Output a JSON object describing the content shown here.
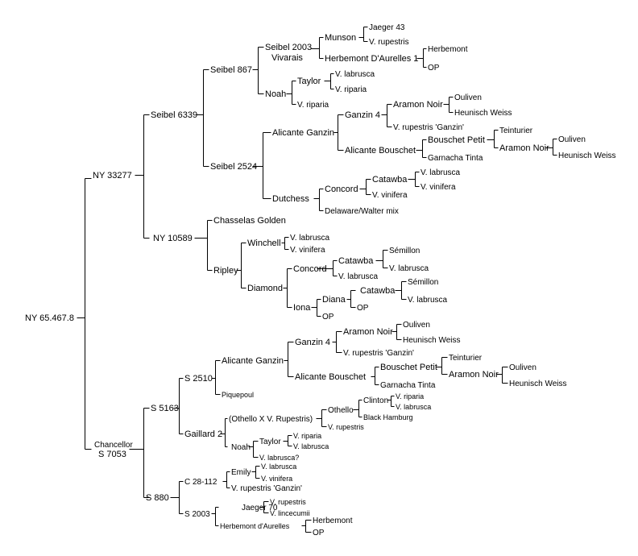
{
  "root": "NY 65.467.8",
  "nodes": {
    "ny33277": "NY 33277",
    "s6339": "Seibel 6339",
    "s867": "Seibel 867",
    "s2003a": "Seibel 2003",
    "s2003b": "Vivarais",
    "munson": "Munson",
    "jaeger43": "Jaeger 43",
    "vrup1": "V. rupestris",
    "hda1": "Herbemont D'Aurelles 1",
    "herb1": "Herbemont",
    "op1": "OP",
    "noah1": "Noah",
    "taylor1": "Taylor",
    "vlab1": "V. labrusca",
    "vrip1": "V. riparia",
    "vrip2": "V. riparia",
    "s2524": "Seibel 2524",
    "ag1": "Alicante Ganzin",
    "g4a": "Ganzin 4",
    "an1": "Aramon Noir",
    "oul1": "Ouliven",
    "hw1": "Heunisch Weiss",
    "vrg1": "V. rupestris 'Ganzin'",
    "ab1": "Alicante Bouschet",
    "bp1": "Bouschet Petit",
    "tein1": "Teinturier",
    "an2": "Aramon Noir",
    "oul2": "Ouliven",
    "hw2": "Heunisch Weiss",
    "gt1": "Garnacha Tinta",
    "dutchess": "Dutchess",
    "concord1": "Concord",
    "catawba1": "Catawba",
    "vlab2": "V. labrusca",
    "vvin1": "V. vinifera",
    "vvin2": "V. vinifera",
    "dwmix": "Delaware/Walter mix",
    "ny10589": "NY 10589",
    "chassgold": "Chasselas Golden",
    "ripley": "Ripley",
    "winchell": "Winchell",
    "vlab3": "V. labrusca",
    "vvin3": "V. vinifera",
    "diamond": "Diamond",
    "concord2": "Concord",
    "catawba2": "Catawba",
    "sem1": "Sémillon",
    "vlab4": "V. labrusca",
    "vlab5": "V. labrusca",
    "iona": "Iona",
    "diana": "Diana",
    "catawba3": "Catawba",
    "sem2": "Sémillon",
    "vlab6": "V. labrusca",
    "op2": "OP",
    "op3": "OP",
    "chanc1": "Chancellor",
    "chanc2": "S 7053",
    "s5163": "S 5163",
    "s2510": "S 2510",
    "ag2": "Alicante Ganzin",
    "g4b": "Ganzin 4",
    "an3": "Aramon Noir",
    "oul3": "Ouliven",
    "hw3": "Heunisch Weiss",
    "vrg2": "V. rupestris 'Ganzin'",
    "ab2": "Alicante Bouschet",
    "bp2": "Bouschet Petit",
    "tein2": "Teinturier",
    "an4": "Aramon Noir",
    "oul4": "Ouliven",
    "hw4": "Heunisch Weiss",
    "gt2": "Garnacha Tinta",
    "piquepoul": "Piquepoul",
    "gaillard2": "Gaillard 2",
    "othxvr": "(Othello X V. Rupestris)",
    "othello": "Othello",
    "clinton": "Clinton",
    "vrip3": "V. riparia",
    "vlab7": "V. labrusca",
    "bham": "Black Hamburg",
    "vrup2": "V. rupestris",
    "noah2": "Noah",
    "taylor2": "Taylor",
    "vrip4": "V. riparia",
    "vlab8": "V. labrusca",
    "vlabq": "V. labrusca?",
    "s880": "S 880",
    "c28112": "C 28-112",
    "emily": "Emily",
    "vlab9": "V. labrusca",
    "vvin4": "V. vinifera",
    "vrg3": "V. rupestris 'Ganzin'",
    "s2003c": "S 2003",
    "jaeger70": "Jaeger 70",
    "vrup3": "V. rupestris",
    "vlinc": "V. lincecumii",
    "hda2": "Herbemont d'Aurelles",
    "herb2": "Herbemont",
    "op4": "OP"
  }
}
